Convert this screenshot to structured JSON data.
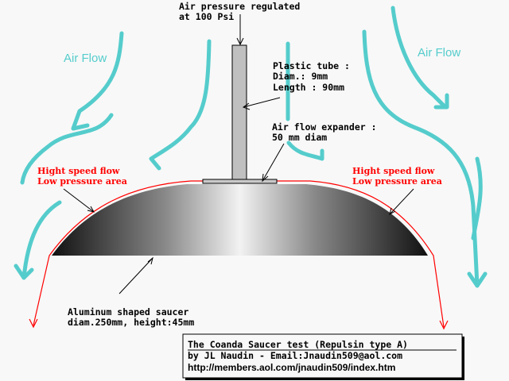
{
  "labels": {
    "air_pressure": [
      "Air pressure regulated",
      "at 100 Psi"
    ],
    "plastic_tube": [
      "Plastic tube :",
      "Diam.: 9mm",
      "Length : 90mm"
    ],
    "expander": [
      "Air flow expander :",
      "50 mm diam"
    ],
    "high_speed_left": [
      "Hight speed flow",
      "Low pressure area"
    ],
    "high_speed_right": [
      "Hight speed flow",
      "Low pressure area"
    ],
    "air_flow_left": "Air Flow",
    "air_flow_right": "Air Flow",
    "saucer": [
      "Aluminum shaped saucer",
      "diam.250mm, height:45mm"
    ]
  },
  "credits": {
    "title": "The Coanda Saucer test (Repulsin type A)",
    "author": "by JL Naudin - Email:Jnaudin509@aol.com",
    "url": "http://members.aol.com/jnaudin509/index.htm"
  },
  "colors": {
    "flow": "#55cccc",
    "boundary": "#ff0000",
    "background": "#f8f8f8"
  }
}
